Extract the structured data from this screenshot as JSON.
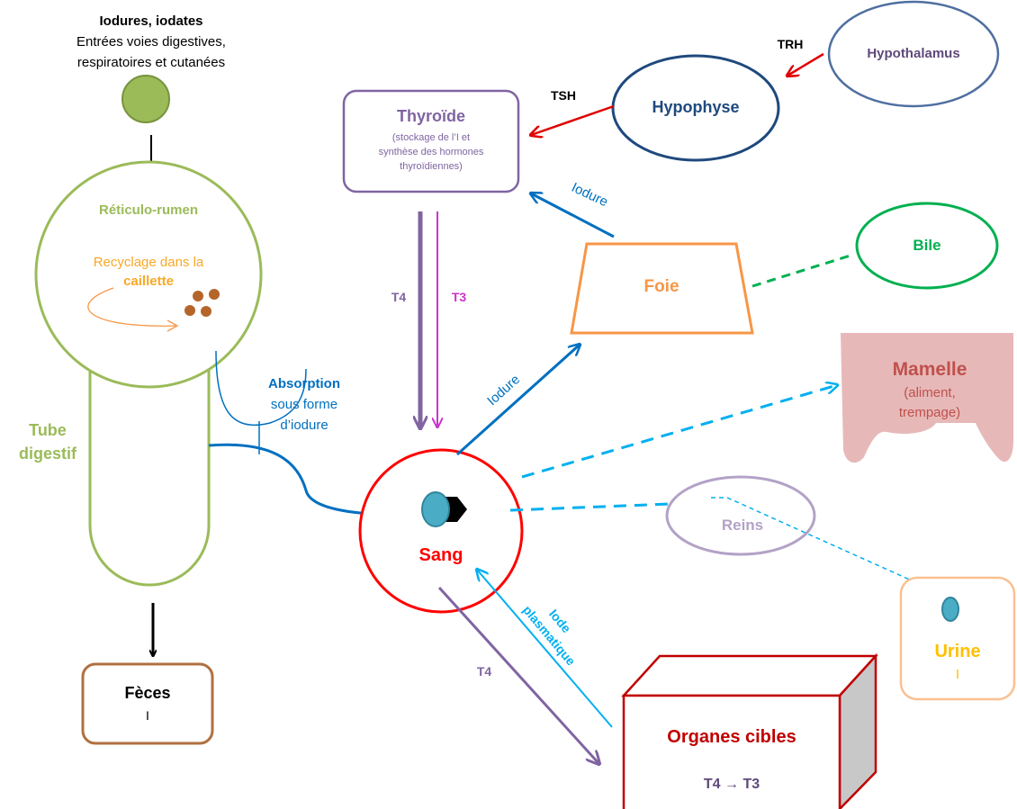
{
  "source": {
    "title": "Iodures, iodates",
    "line1": "Entrées voies digestives,",
    "line2": "respiratoires et cutanées"
  },
  "reticulo_rumen": {
    "title": "Réticulo-rumen",
    "recycle_line1": "Recyclage dans la",
    "recycle_line2": "caillette"
  },
  "tube": {
    "line1": "Tube",
    "line2": "digestif"
  },
  "feces": {
    "title": "Fèces",
    "sub": "I"
  },
  "absorption": {
    "title": "Absorption",
    "line1": "sous forme",
    "line2": "d’iodure"
  },
  "thyroide": {
    "title": "Thyroïde",
    "line1": "(stockage de l’I et",
    "line2": "synthèse des hormones",
    "line3": "thyroïdiennes)"
  },
  "hypophyse": {
    "title": "Hypophyse"
  },
  "hypothalamus": {
    "title": "Hypothalamus"
  },
  "hormones": {
    "trh": "TRH",
    "tsh": "TSH",
    "t4_down": "T4",
    "t3_down": "T3",
    "t4_out": "T4"
  },
  "iodure_to_thyroid": "Iodure",
  "iodure_to_liver": "Iodure",
  "foie": {
    "title": "Foie"
  },
  "bile": {
    "title": "Bile"
  },
  "mamelle": {
    "title": "Mamelle",
    "line1": "(aliment,",
    "line2": "trempage)"
  },
  "sang": {
    "title": "Sang"
  },
  "reins": {
    "title": "Reins"
  },
  "urine": {
    "title": "Urine",
    "sub": "I"
  },
  "iode_plasmatique": {
    "line1": "Iode",
    "line2": "plasmatique"
  },
  "organes": {
    "title": "Organes cibles",
    "conversion": "T4 → T3"
  },
  "colors": {
    "green": "#9bbb59",
    "purple": "#8064a2",
    "navy": "#1f497d",
    "red": "#ff0000",
    "orange": "#f79646",
    "blue": "#0070c0",
    "cyan": "#00b0f0",
    "darkred": "#c00000",
    "pink": "#e6b9b8",
    "lilac": "#b3a2c7",
    "brown": "#b07040",
    "magenta": "#cc33cc",
    "yellow": "#ffc000"
  }
}
